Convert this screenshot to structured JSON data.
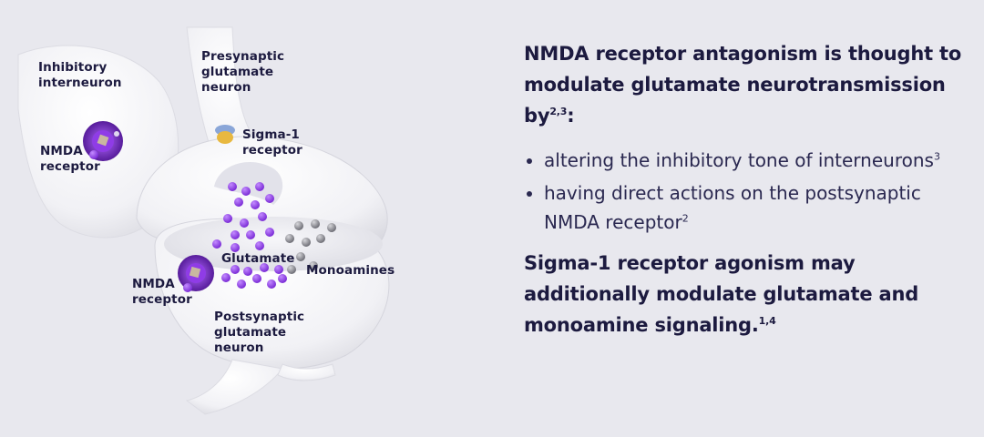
{
  "diagram": {
    "labels": {
      "inhibitory_interneuron": "Inhibitory\ninterneuron",
      "presynaptic_neuron": "Presynaptic\nglutamate\nneuron",
      "sigma1_receptor": "Sigma-1\nreceptor",
      "nmda_receptor_top": "NMDA\nreceptor",
      "nmda_receptor_bottom": "NMDA\nreceptor",
      "glutamate": "Glutamate",
      "monoamines": "Monoamines",
      "postsynaptic_neuron": "Postsynaptic\nglutamate\nneuron"
    },
    "colors": {
      "glutamate_particle": "#8a3be0",
      "monoamine_particle": "#8a8a90",
      "nmda_receptor": "#6a1fb0",
      "sigma1_receptor": "#e8b840",
      "neuron_body": "#fafafc"
    }
  },
  "text": {
    "heading1": "NMDA receptor antagonism is thought to modulate glutamate neurotransmission by",
    "heading1_refs": "2,3",
    "heading1_suffix": ":",
    "bullets": [
      {
        "text": "altering the inhibitory tone of interneurons",
        "ref": "3"
      },
      {
        "text": "having direct actions on the postsynaptic NMDA receptor",
        "ref": "2"
      }
    ],
    "heading2": "Sigma-1 receptor agonism may additionally modulate glutamate and monoamine signaling.",
    "heading2_refs": "1,4"
  }
}
